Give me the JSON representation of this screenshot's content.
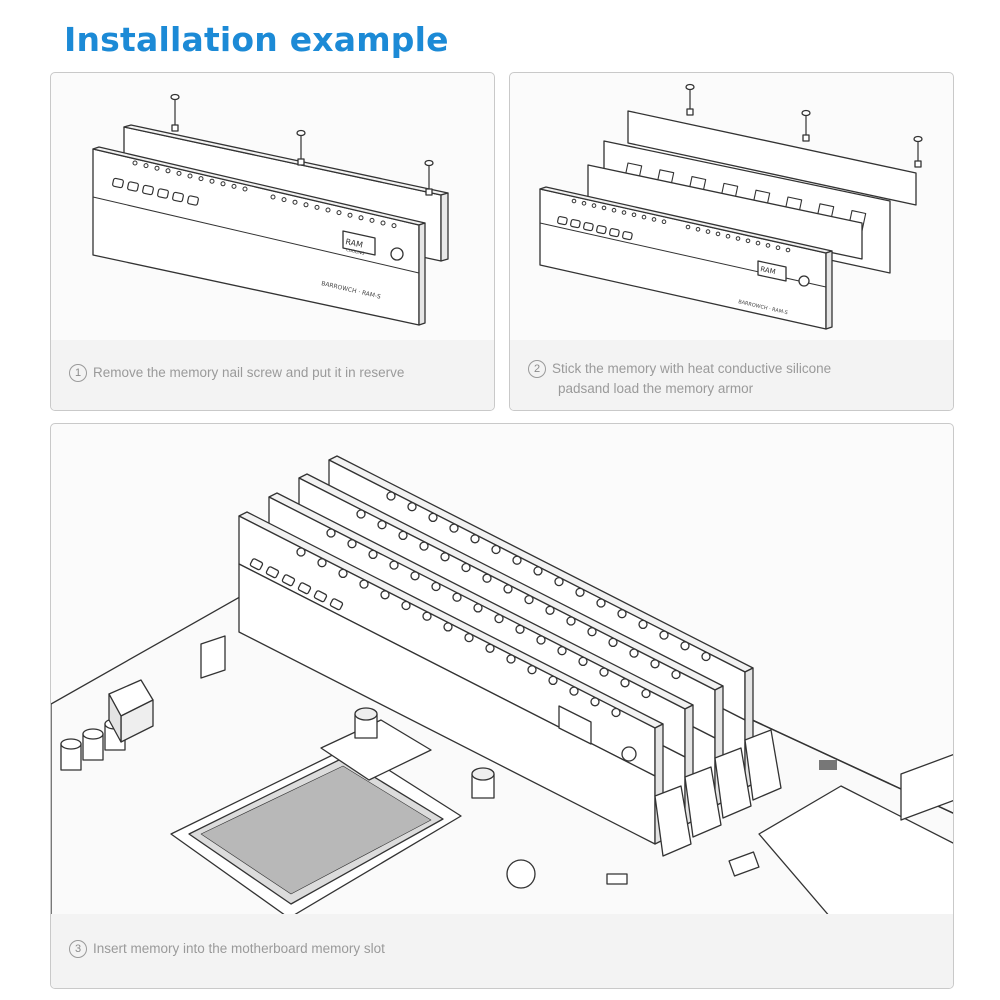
{
  "header": {
    "title": "Installation example"
  },
  "steps": [
    {
      "number": "1",
      "text": "Remove the memory nail screw and put it in reserve"
    },
    {
      "number": "2",
      "line1": "Stick the memory with heat conductive silicone",
      "line2": "padsand load the memory armor"
    },
    {
      "number": "3",
      "text": "Insert memory into the motherboard memory slot"
    }
  ],
  "product": {
    "label_main": "RAM",
    "label_sub": "COOLING",
    "brand": "BARROWCH · RAM-S"
  },
  "colors": {
    "title": "#1c8ad6",
    "line": "#333333",
    "caption": "#9a9a9a",
    "panel_border": "#c9c9c9"
  }
}
